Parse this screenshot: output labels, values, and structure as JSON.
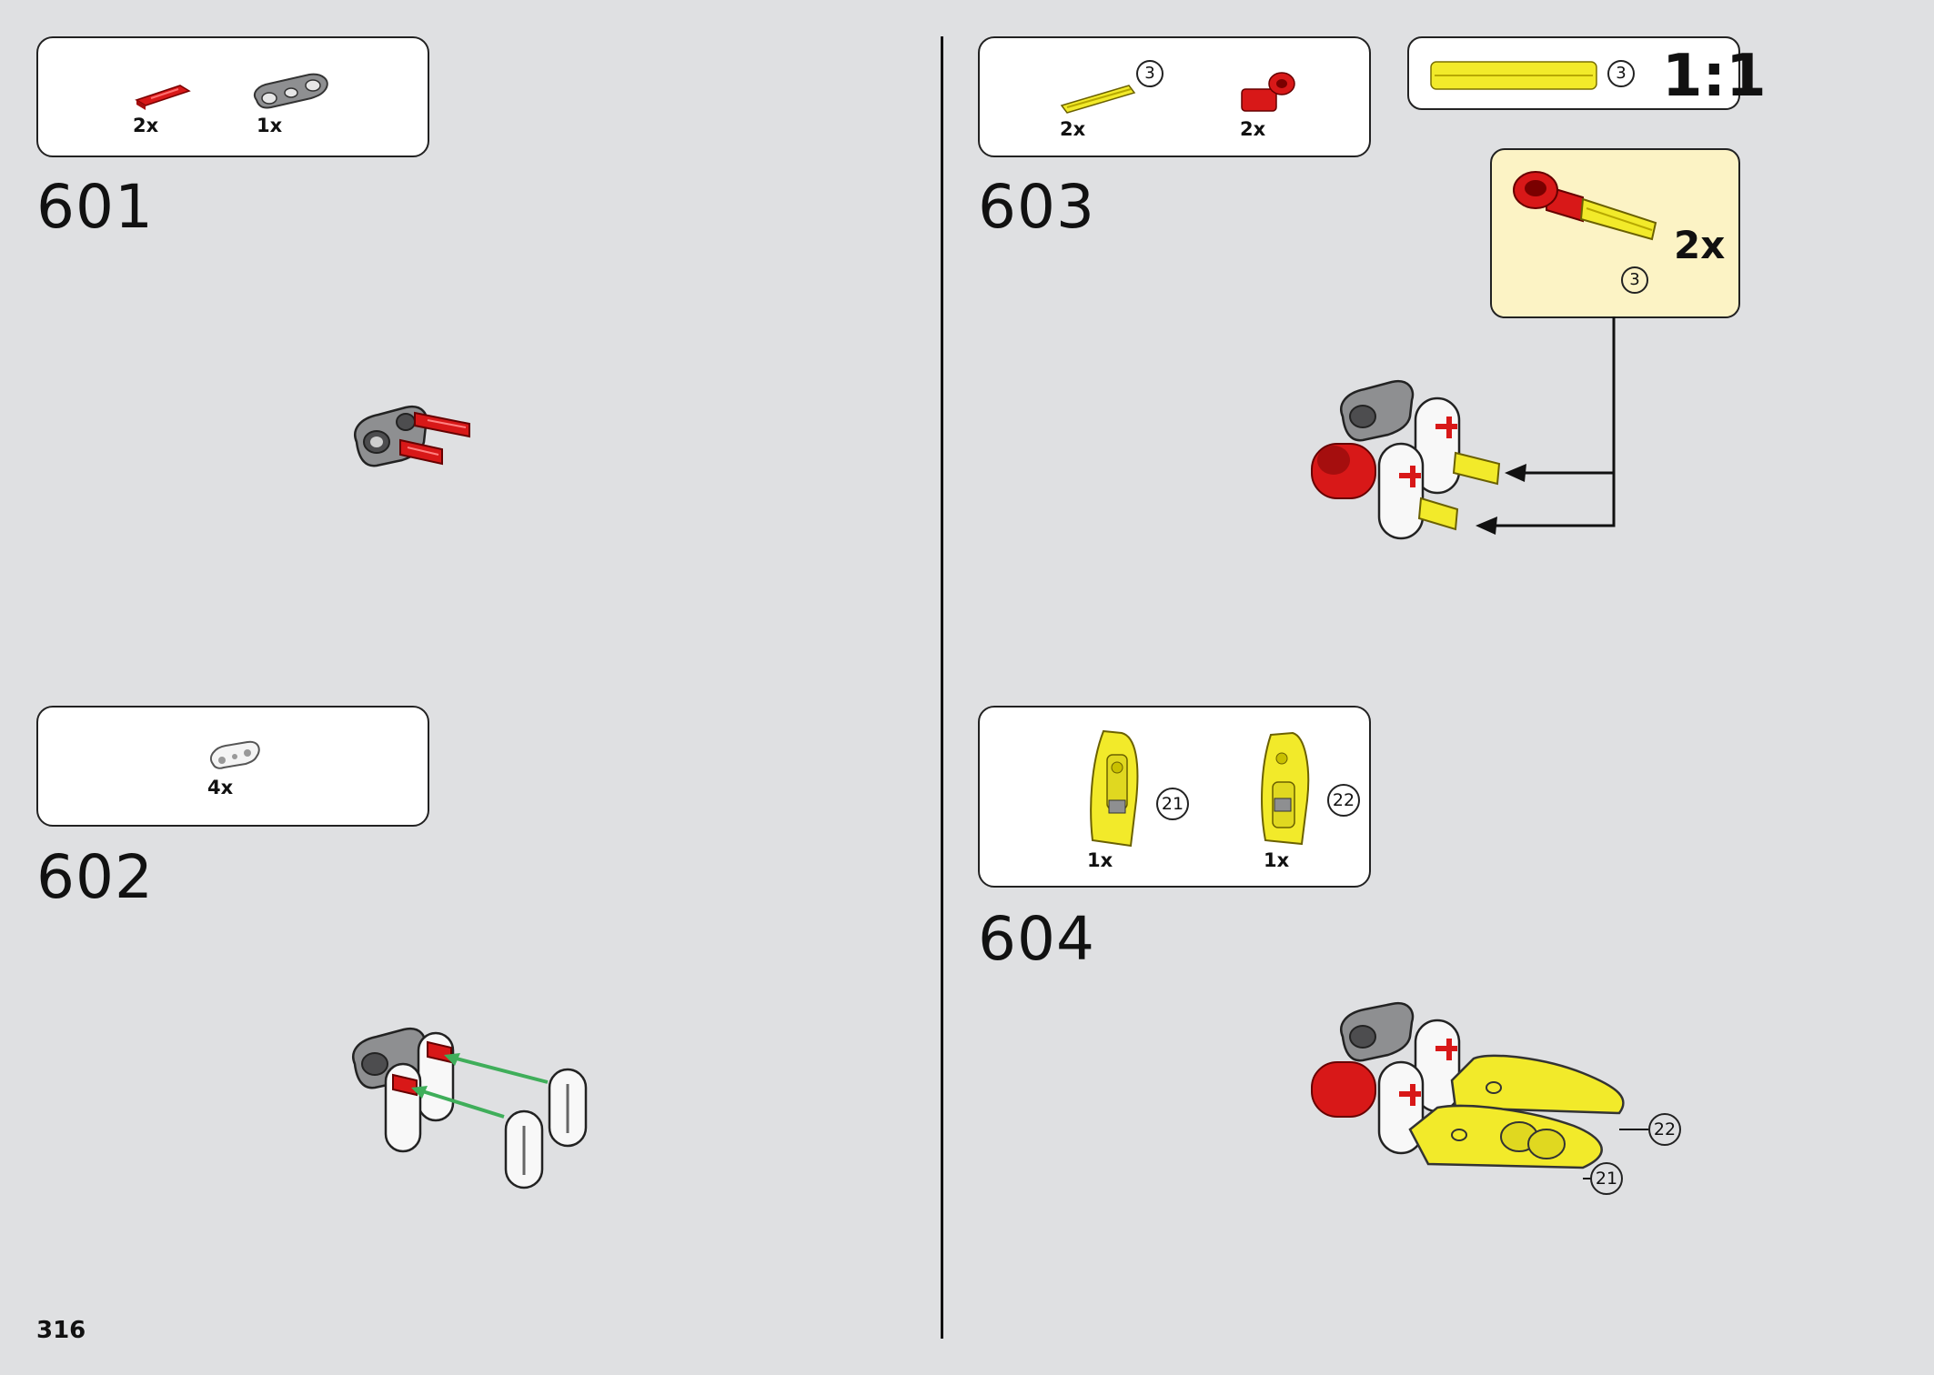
{
  "page_number": "316",
  "steps": [
    {
      "number": "601",
      "parts": [
        {
          "icon": "red-axle-pin-icon",
          "qty": "2x"
        },
        {
          "icon": "grey-beam-connector-icon",
          "qty": "1x"
        }
      ]
    },
    {
      "number": "602",
      "parts": [
        {
          "icon": "white-thin-liftarm-icon",
          "qty": "4x"
        }
      ]
    },
    {
      "number": "603",
      "parts": [
        {
          "icon": "yellow-axle-icon",
          "qty": "2x",
          "callout": "3"
        },
        {
          "icon": "red-axle-connector-icon",
          "qty": "2x"
        }
      ],
      "scale": {
        "label": "1:1",
        "callout": "3"
      },
      "subassembly": {
        "qty": "2x",
        "callout": "3"
      }
    },
    {
      "number": "604",
      "parts": [
        {
          "icon": "yellow-panel-left-icon",
          "qty": "1x",
          "callout": "21"
        },
        {
          "icon": "yellow-panel-right-icon",
          "qty": "1x",
          "callout": "22"
        }
      ],
      "labels": [
        "22",
        "21"
      ]
    }
  ],
  "colors": {
    "background": "#dfe0e2",
    "red": "#d81818",
    "yellow": "#f2ea2a",
    "grey": "#8e8f91",
    "white": "#f8f8f8",
    "green": "#3fae5a",
    "callout_bg": "#fcf3c5"
  }
}
